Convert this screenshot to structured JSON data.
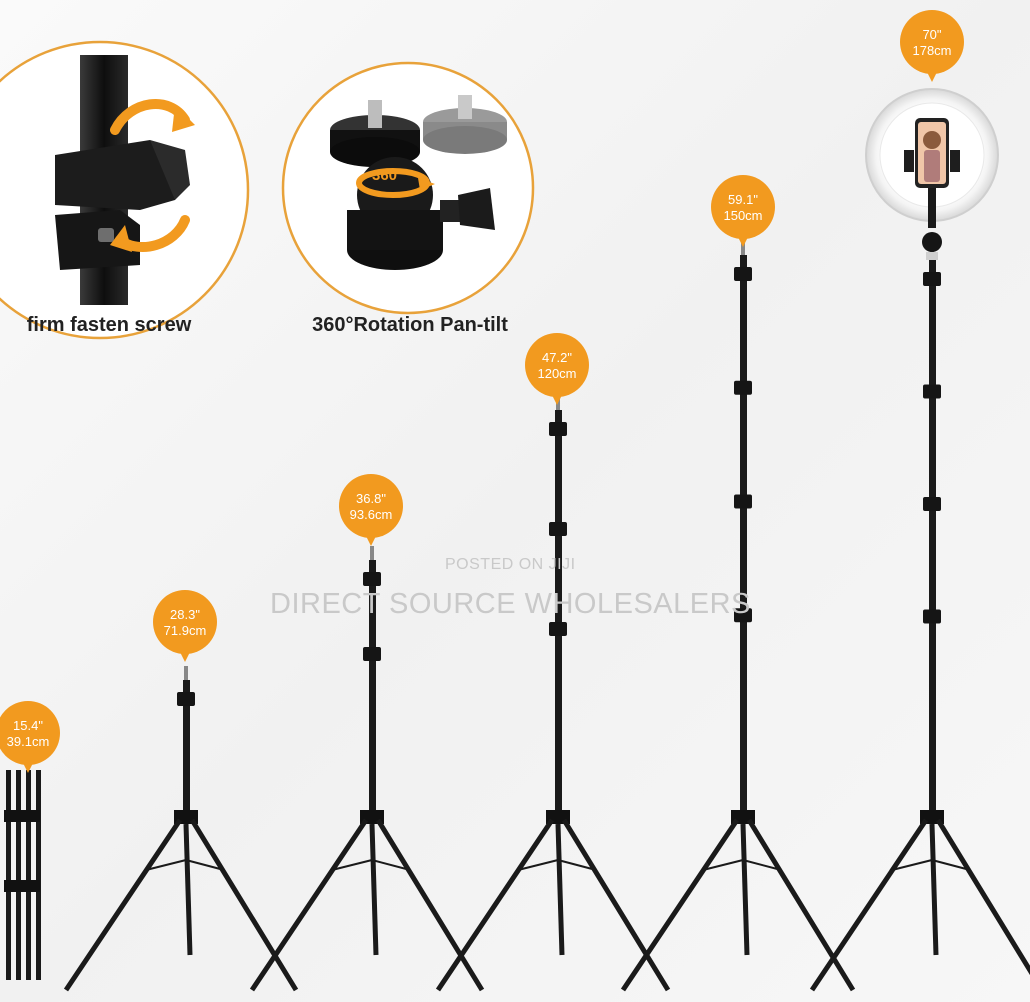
{
  "callouts": {
    "screw": "firm fasten screw",
    "rotation": "360°Rotation Pan-tilt",
    "rotation_badge": "360"
  },
  "watermark": {
    "line1": "POSTED ON JIJI",
    "line2": "DIRECT SOURCE WHOLESALERS"
  },
  "heights": [
    {
      "inch": "15.4\"",
      "cm": "39.1cm"
    },
    {
      "inch": "28.3\"",
      "cm": "71.9cm"
    },
    {
      "inch": "36.8\"",
      "cm": "93.6cm"
    },
    {
      "inch": "47.2\"",
      "cm": "120cm"
    },
    {
      "inch": "59.1\"",
      "cm": "150cm"
    },
    {
      "inch": "70\"",
      "cm": "178cm"
    }
  ],
  "colors": {
    "accent": "#f29a1f",
    "metal": "#1a1a1a",
    "circle_border": "#e8a23a"
  }
}
